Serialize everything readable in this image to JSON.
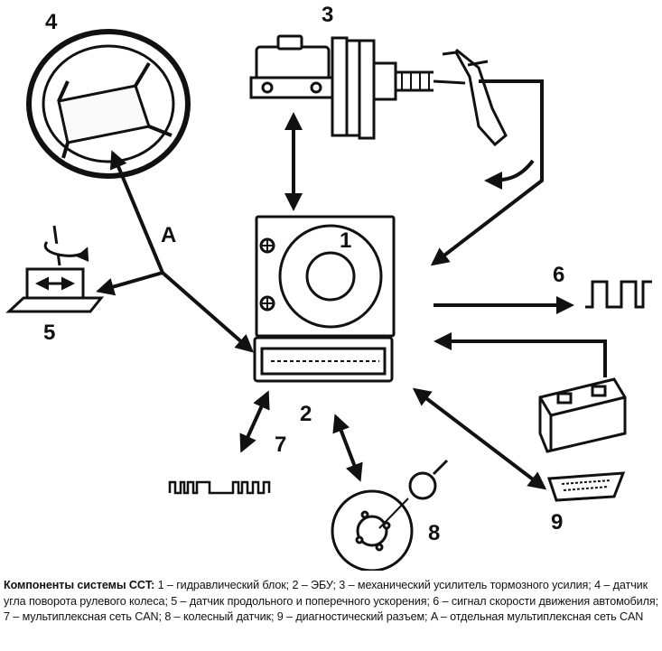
{
  "figure": {
    "callouts": {
      "c1": "1",
      "c2": "2",
      "c3": "3",
      "c4": "4",
      "c5": "5",
      "c6": "6",
      "c7": "7",
      "c8": "8",
      "c9": "9",
      "cA": "A"
    }
  },
  "caption": {
    "heading": "Компоненты системы CCT:",
    "text": " 1 – гидравлический блок; 2 – ЭБУ; 3 – механический усилитель тормозного усилия; 4 – датчик угла поворота рулевого колеса; 5 – датчик продольного и поперечного ускорения; 6 – сигнал скорости движения автомобиля; 7 – мультиплексная сеть CAN; 8 – колесный датчик; 9 – диагностический разъем; A – отдельная мультиплексная сеть CAN"
  }
}
